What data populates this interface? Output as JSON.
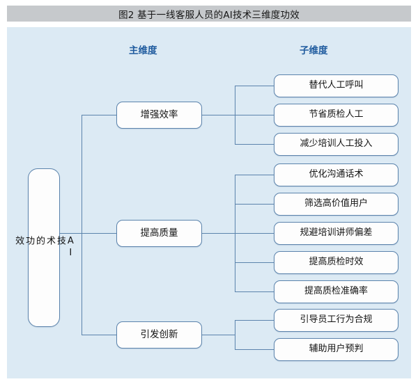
{
  "title": "图2  基于一线客服人员的AI技术三维度功效",
  "columns": {
    "main_label": "主维度",
    "sub_label": "子维度"
  },
  "colors": {
    "title_bar": "#c6c9cc",
    "canvas": "#dceaf4",
    "line": "#5b83ac",
    "node_fill": "#fdfdfd",
    "node_border": "#5b83ac",
    "header_text": "#1f5b9e"
  },
  "root": {
    "label": "AI\n技\n术\n的\n功\n效"
  },
  "branches": [
    {
      "main": "增强效率",
      "subs": [
        "替代人工呼叫",
        "节省质检人工",
        "减少培训人工投入"
      ]
    },
    {
      "main": "提高质量",
      "subs": [
        "优化沟通话术",
        "筛选高价值用户",
        "规避培训讲师偏差",
        "提高质检时效",
        "提高质检准确率"
      ]
    },
    {
      "main": "引发创新",
      "subs": [
        "引导员工行为合规",
        "辅助用户预判"
      ]
    }
  ]
}
